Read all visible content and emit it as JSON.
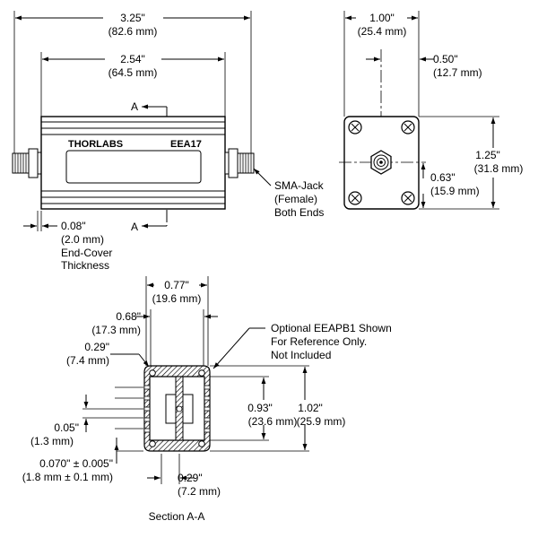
{
  "front_view": {
    "overall_length": "3.25\"",
    "overall_length_mm": "(82.6 mm)",
    "body_length": "2.54\"",
    "body_length_mm": "(64.5 mm)",
    "section_marker_top": "A",
    "section_marker_bottom": "A",
    "brand": "THORLABS",
    "model": "EEA17",
    "endcover_value": "0.08\"",
    "endcover_mm": "(2.0 mm)",
    "endcover_label_1": "End-Cover",
    "endcover_label_2": "Thickness",
    "connector_label_1": "SMA-Jack",
    "connector_label_2": "(Female)",
    "connector_label_3": "Both Ends"
  },
  "end_view": {
    "width": "1.00\"",
    "width_mm": "(25.4 mm)",
    "center_offset": "0.50\"",
    "center_offset_mm": "(12.7 mm)",
    "height": "1.25\"",
    "height_mm": "(31.8 mm)",
    "center_height": "0.63\"",
    "center_height_mm": "(15.9 mm)"
  },
  "section_view": {
    "title": "Section A-A",
    "outer_width": "0.77\"",
    "outer_width_mm": "(19.6 mm)",
    "inner_width": "0.68\"",
    "inner_width_mm": "(17.3 mm)",
    "left_offset": "0.29\"",
    "left_offset_mm": "(7.4 mm)",
    "slot_width": "0.05\"",
    "slot_width_mm": "(1.3 mm)",
    "wall": "0.070\" ± 0.005\"",
    "wall_mm": "(1.8 mm ± 0.1 mm)",
    "bottom_offset": "0.29\"",
    "bottom_offset_mm": "(7.2 mm)",
    "inner_height": "0.93\"",
    "inner_height_mm": "(23.6 mm)",
    "outer_height": "1.02\"",
    "outer_height_mm": "(25.9 mm)",
    "note_1": "Optional EEAPB1 Shown",
    "note_2": "For Reference Only.",
    "note_3": "Not Included"
  }
}
